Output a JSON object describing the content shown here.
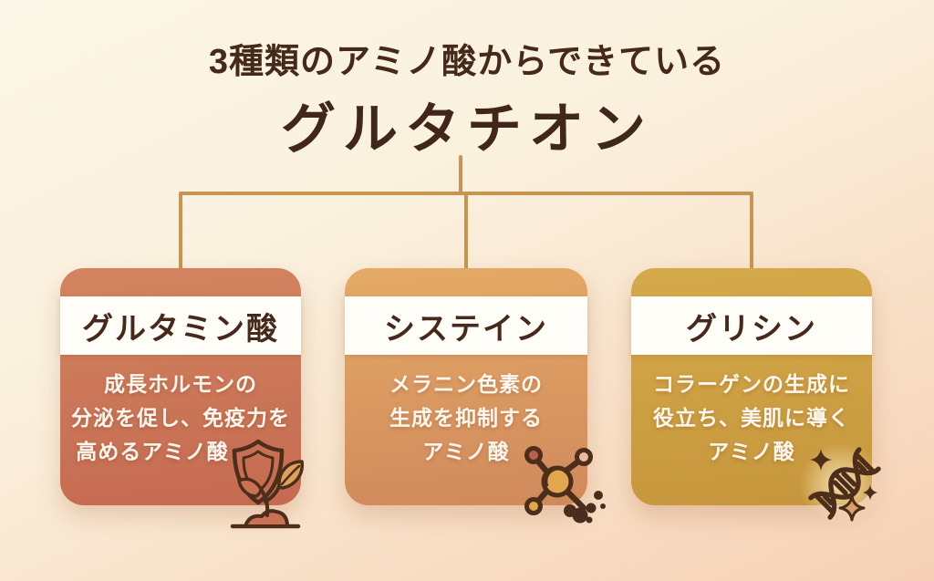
{
  "title": {
    "subtitle": "3種類のアミノ酸からできている",
    "main": "グルタチオン"
  },
  "cards": [
    {
      "name": "グルタミン酸",
      "desc_lines": [
        "成長ホルモンの",
        "分泌を促し、免疫力を",
        "高めるアミノ酸"
      ],
      "icon": "shield-sprout-icon"
    },
    {
      "name": "システイン",
      "desc_lines": [
        "メラニン色素の",
        "生成を抑制する",
        "アミノ酸"
      ],
      "icon": "molecule-icon"
    },
    {
      "name": "グリシン",
      "desc_lines": [
        "コラーゲンの生成に",
        "役立ち、美肌に導く",
        "アミノ酸"
      ],
      "icon": "dna-sparkle-icon"
    }
  ],
  "colors": {
    "background_top": "#fcf7e8",
    "background_bottom": "#f6d0b5",
    "title_text": "#45291a",
    "connector": "#c79550",
    "card_glutamic_top": "#d2845f",
    "card_glutamic_bottom": "#c56a51",
    "card_cysteine_top": "#e5aa66",
    "card_cysteine_bottom": "#d0895c",
    "card_glycine_top": "#d5aa4b",
    "card_glycine_bottom": "#c6963c",
    "header_band": "#fffdf8",
    "header_text": "#46291b",
    "body_text": "#fdf7ee",
    "icon_outline": "#4c2e1b",
    "icon_gold": "#e2a74e",
    "icon_salmon": "#cb7255",
    "icon_tan": "#dca25d"
  }
}
